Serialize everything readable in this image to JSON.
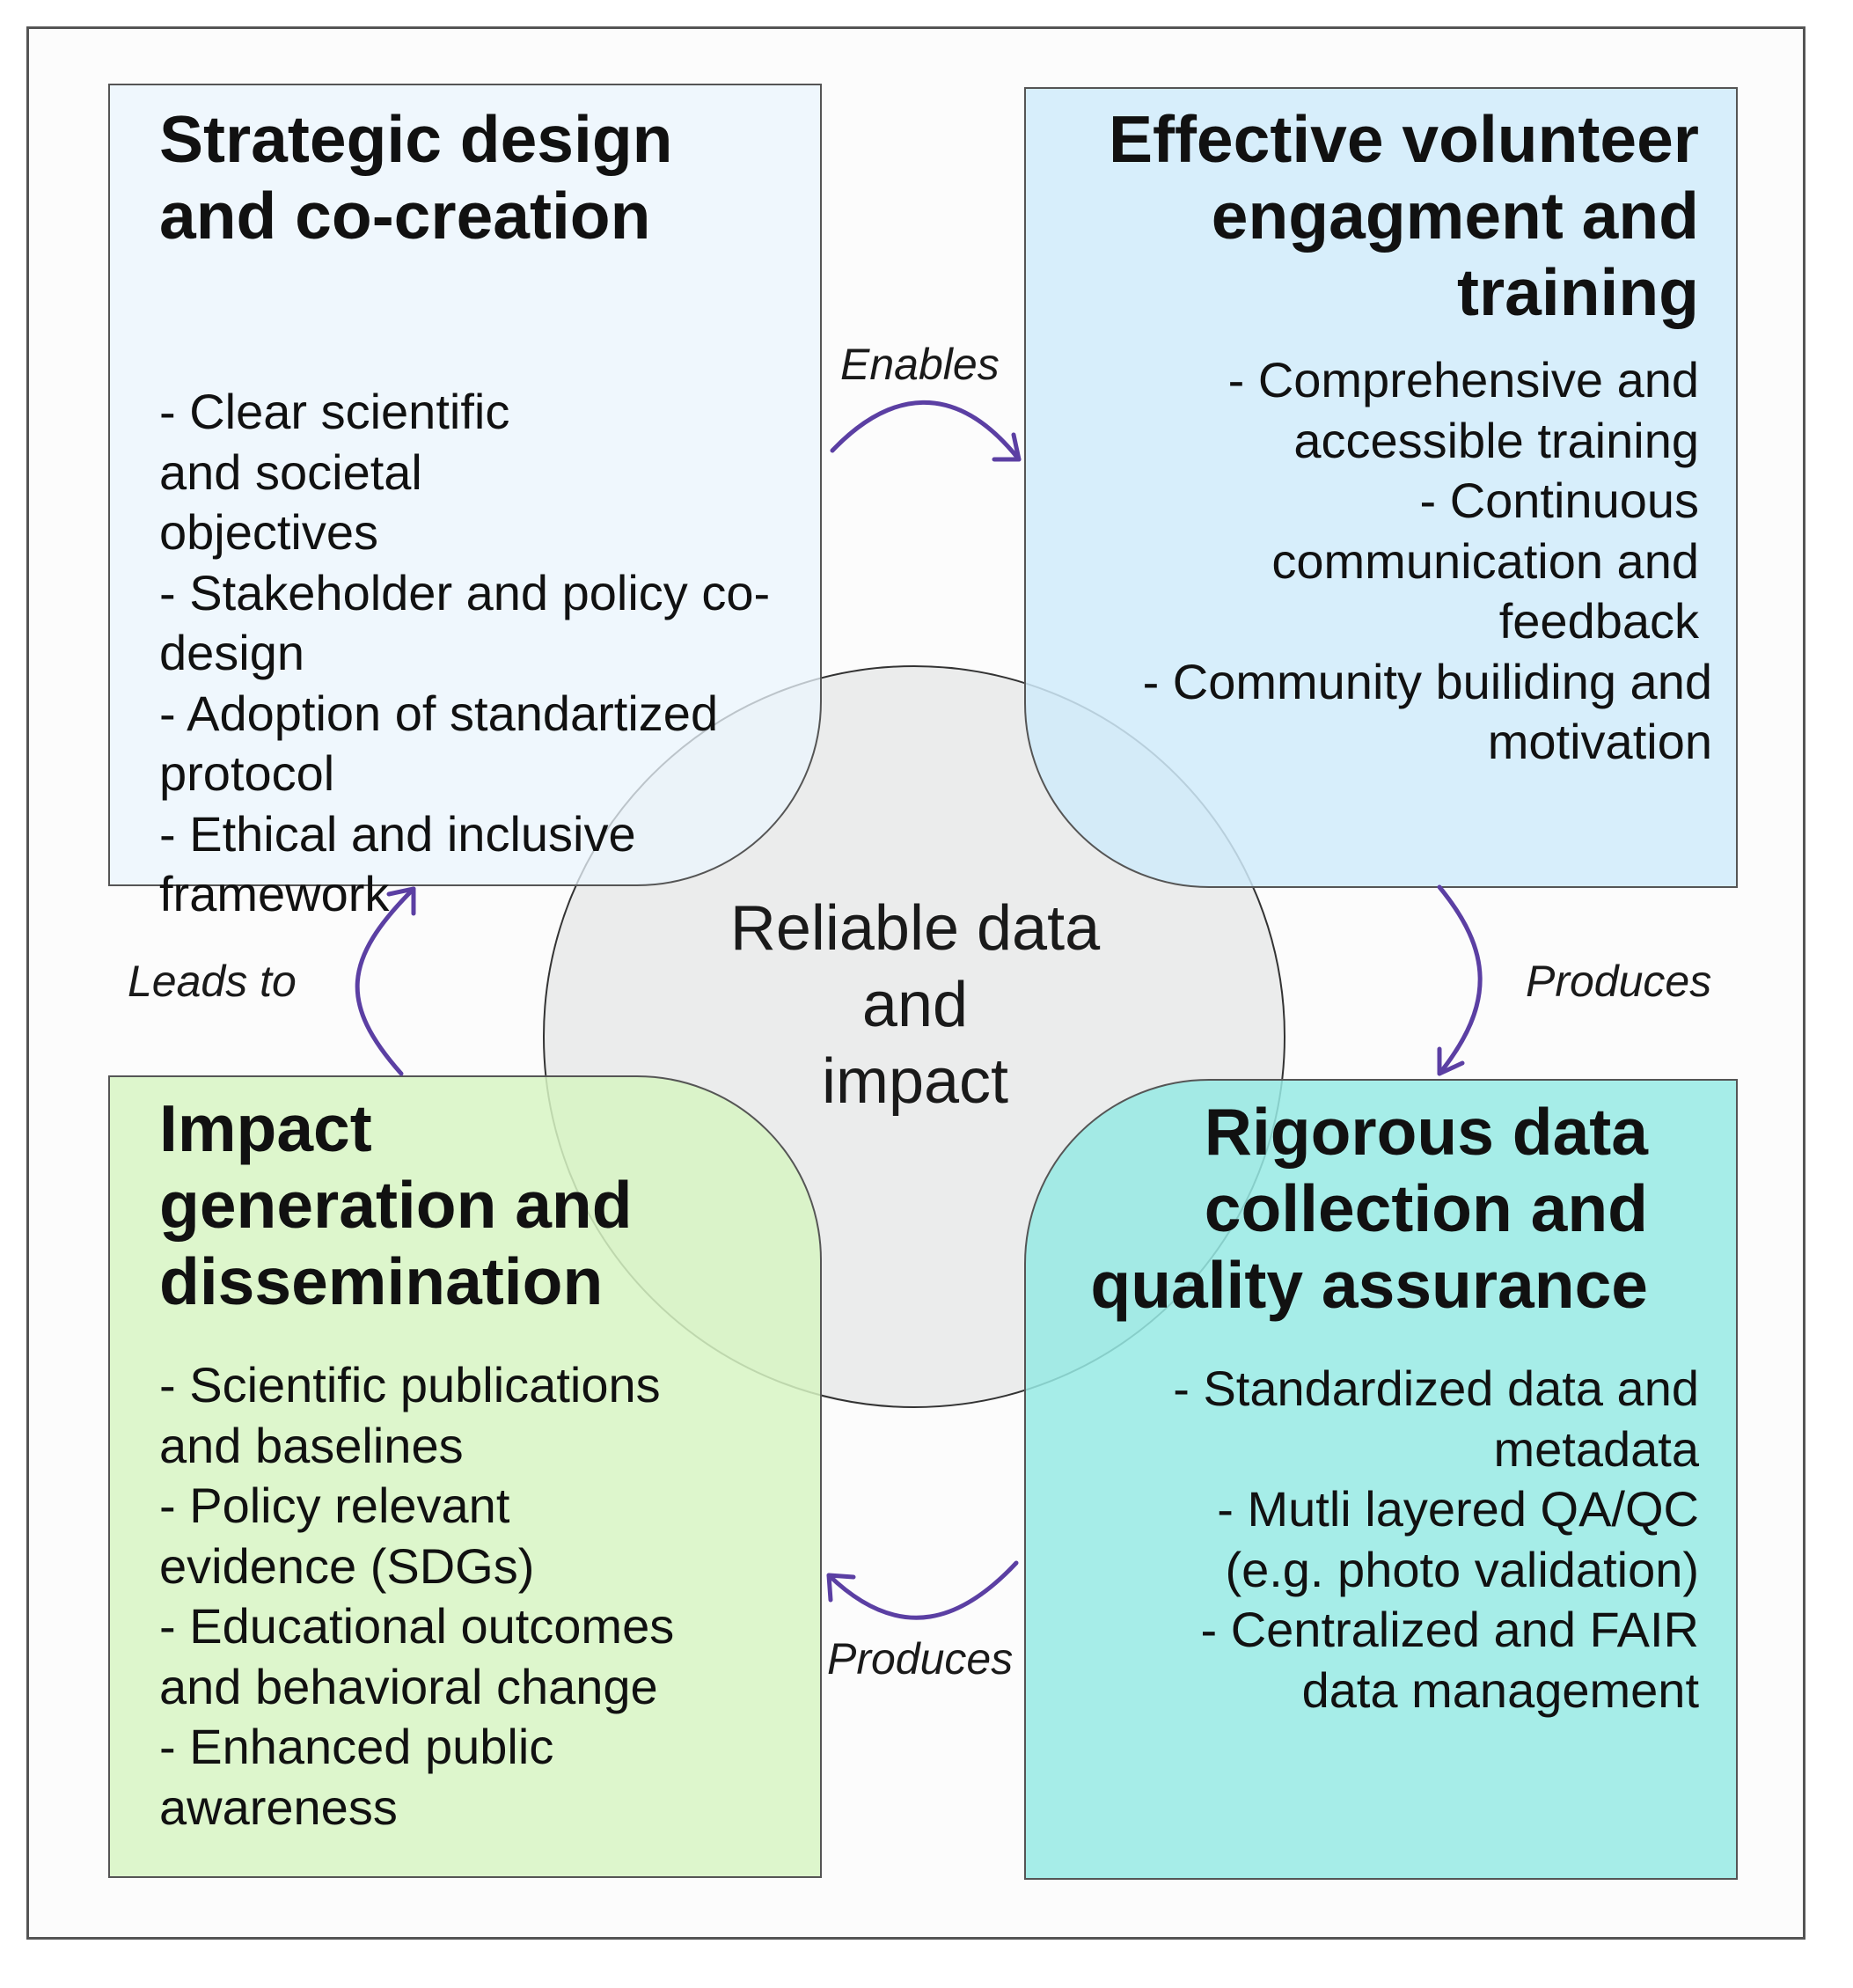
{
  "center": {
    "label_lines": [
      "Reliable data",
      "and",
      "impact"
    ]
  },
  "boxes": {
    "strategic": {
      "title_lines": [
        "Strategic design",
        "and co-creation"
      ],
      "items": [
        "Clear scientific and societal objectives",
        "Stakeholder and policy co-design",
        "Adoption of standartized protocol",
        "Ethical and inclusive framework"
      ]
    },
    "engagement": {
      "title_lines": [
        "Effective volunteer",
        "engagment and",
        "training"
      ],
      "items": [
        "Comprehensive and accessible training",
        "Continuous communication and feedback",
        "Community builiding and motivation"
      ]
    },
    "impact": {
      "title_lines": [
        "Impact",
        "generation and",
        "dissemination"
      ],
      "items": [
        "Scientific publications and baselines",
        "Policy relevant evidence (SDGs)",
        "Educational outcomes and behavioral change",
        "Enhanced public awareness"
      ]
    },
    "rigorous": {
      "title_lines": [
        "Rigorous data",
        "collection and",
        "quality assurance"
      ],
      "items": [
        "Standardized data and metadata",
        "Mutli layered QA/QC (e.g. photo validation)",
        "Centralized and FAIR data management"
      ]
    }
  },
  "arrows": {
    "enables": "Enables",
    "produces_right": "Produces",
    "produces_bottom": "Produces",
    "leads_to": "Leads to"
  },
  "colors": {
    "arrow": "#5b3fa3",
    "circle_fill": "#ebecec",
    "strategic_fill": "#ebf6fe",
    "engagement_fill": "#d0ebfa",
    "impact_fill": "#d7f5c3",
    "rigorous_fill": "#96eae4"
  }
}
